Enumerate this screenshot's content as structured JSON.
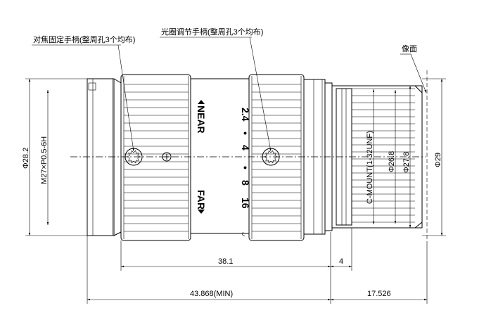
{
  "labels": {
    "focus_handle": "对焦固定手柄(整周孔3个均布)",
    "aperture_handle": "光圈调节手柄(整周孔3个均布)",
    "image_plane": "像面",
    "near": "NEAR",
    "far": "FAR"
  },
  "dimensions": {
    "d_28_2": "Φ28.2",
    "thread": "M27×P0.5-6H",
    "mount": "C-MOUNT(1-32UNF)",
    "d_26_8": "Φ26.8",
    "d_27_8": "Φ27.8",
    "d_29": "Φ29",
    "len_38_1": "38.1",
    "len_4": "4",
    "len_43_868": "43.868(MIN)",
    "len_17_526": "17.526"
  },
  "aperture_scale": [
    "2.4",
    "•",
    "4",
    "•",
    "8",
    "16"
  ]
}
